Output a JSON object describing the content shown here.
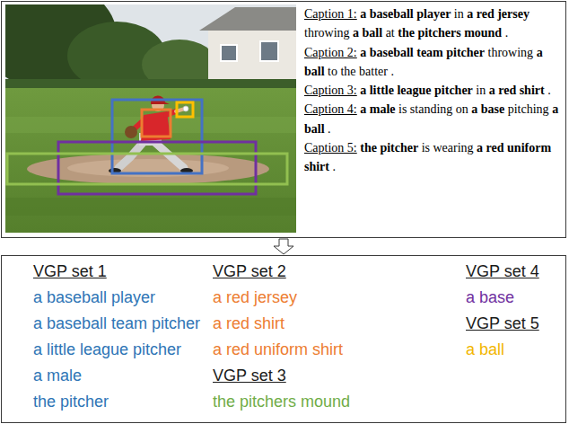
{
  "diagram": {
    "nodes": [
      {
        "text": [
          "Caption 1:",
          "a baseball player",
          "in",
          "a red jersey",
          "throwing",
          "a ball",
          "at",
          "the pitchers mound",
          ".",
          "Caption 2:",
          "a baseball team pitcher",
          "throwing",
          "a ball",
          "to the batter .",
          "Caption 3:",
          "a little league pitcher",
          "in",
          "a red shirt",
          ".",
          "Caption 4:",
          "a male",
          "is standing on",
          "a base",
          "pitching",
          "a ball",
          ".",
          "Caption 5:",
          "the pitcher",
          "is wearing",
          "a red uniform shirt",
          "."
        ]
      },
      {
        "text": [
          "VGP set 1",
          "a baseball player",
          "a baseball team pitcher",
          "a little league pitcher",
          "a male",
          "the pitcher",
          "VGP set 2",
          "a red jersey",
          "a red shirt",
          "a red uniform shirt",
          "VGP set 3",
          "the pitchers mound",
          "VGP set 4",
          "a base",
          "VGP set 5",
          "a ball"
        ]
      }
    ],
    "edges": [
      {
        "from": 0,
        "to": 1,
        "arrow": "to"
      }
    ]
  }
}
